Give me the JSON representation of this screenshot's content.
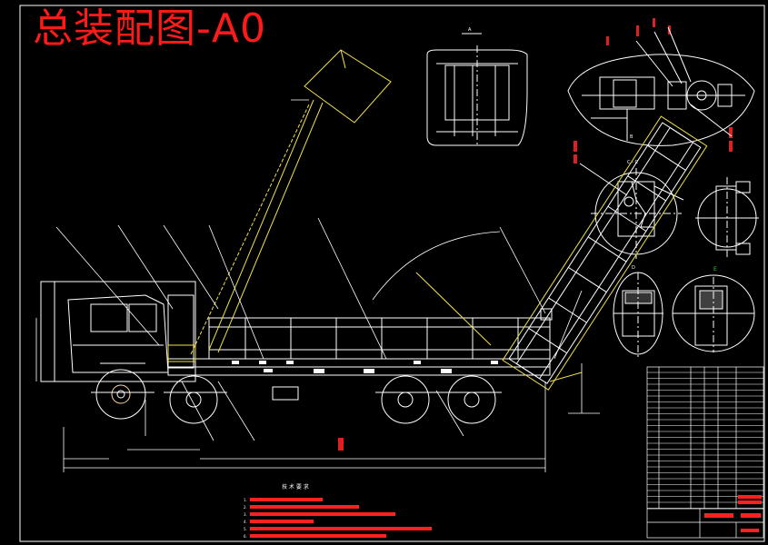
{
  "drawing": {
    "title": "总装配图-A0",
    "tech_requirements_title": "技 术 要 求",
    "tech_requirements": [
      "1. ",
      "2. ",
      "3. ",
      "4. ",
      "5. ",
      "6. "
    ],
    "colors": {
      "background": "#000000",
      "line": "#ffffff",
      "hydraulic": "#f2e14c",
      "title_red": "#ff1a1a",
      "leader": "#ffffff"
    }
  }
}
